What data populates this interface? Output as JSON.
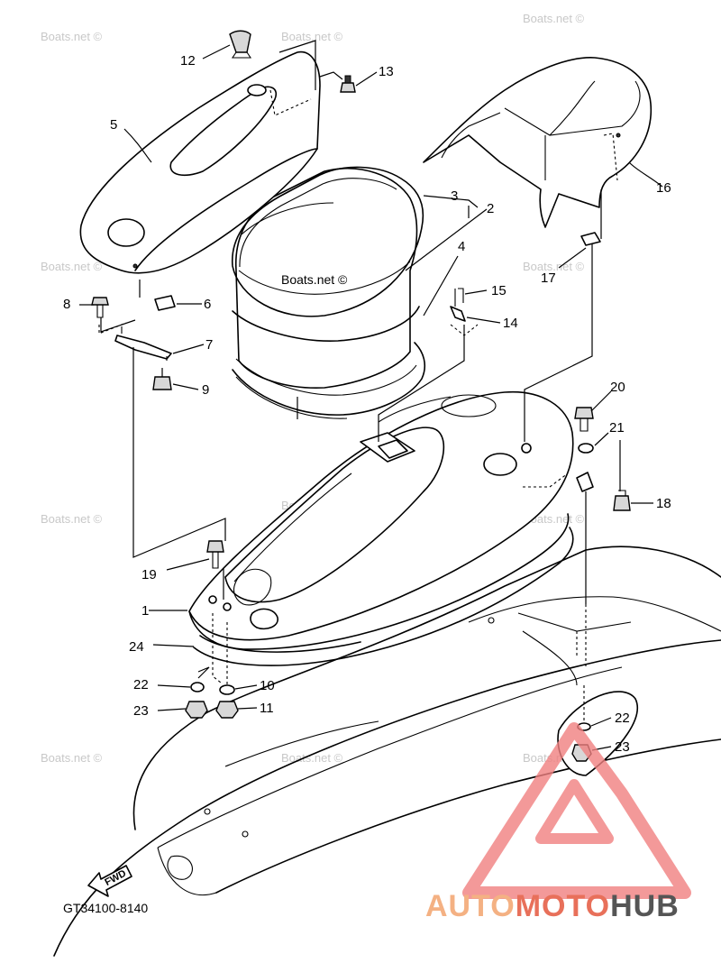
{
  "diagram": {
    "code": "GT34100-8140",
    "fwd_label": "FWD",
    "watermark_text": "Boats.net ©",
    "callouts": [
      "1",
      "2",
      "3",
      "4",
      "5",
      "6",
      "7",
      "8",
      "9",
      "10",
      "11",
      "12",
      "13",
      "14",
      "15",
      "16",
      "17",
      "18",
      "19",
      "20",
      "21",
      "22",
      "23",
      "24"
    ]
  },
  "brand": {
    "part1": "AUTO",
    "part2": "MOTO",
    "part3": "HUB",
    "colors": {
      "auto": "#f4b183",
      "moto": "#e8705a",
      "hub": "#555555",
      "triangle": "#f08080"
    }
  }
}
